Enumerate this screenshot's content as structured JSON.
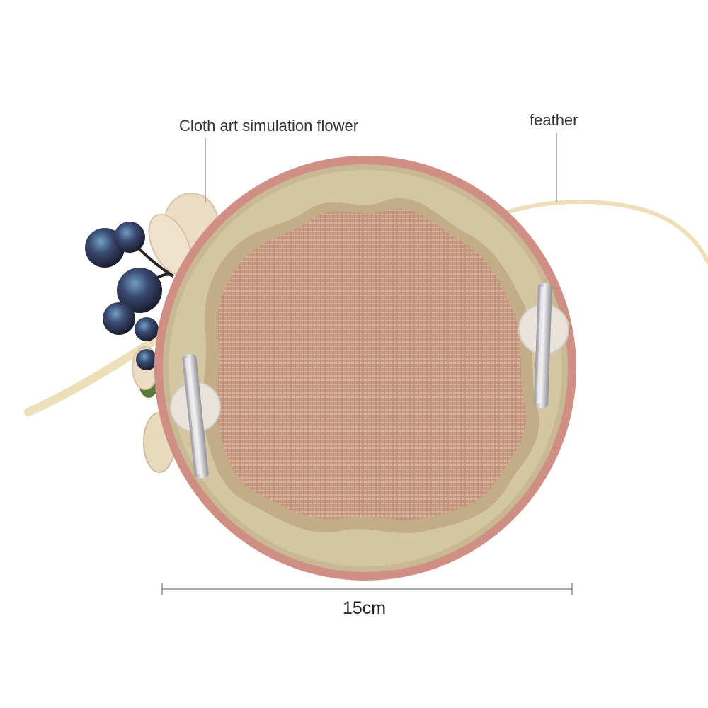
{
  "labels": {
    "flower": "Cloth art simulation flower",
    "feather": "feather"
  },
  "dimension": {
    "width_label": "15cm"
  },
  "colors": {
    "background": "#ffffff",
    "rim_pink": "#cf8f84",
    "ribbon_beige": "#c9b894",
    "mesh": "#c99a83",
    "berry": "#2c2f45",
    "berry_speckle": "#5b8fb5",
    "petal": "#ecdcc4",
    "feather": "#ecdfba",
    "clip_metal": "#c8c8cc"
  }
}
